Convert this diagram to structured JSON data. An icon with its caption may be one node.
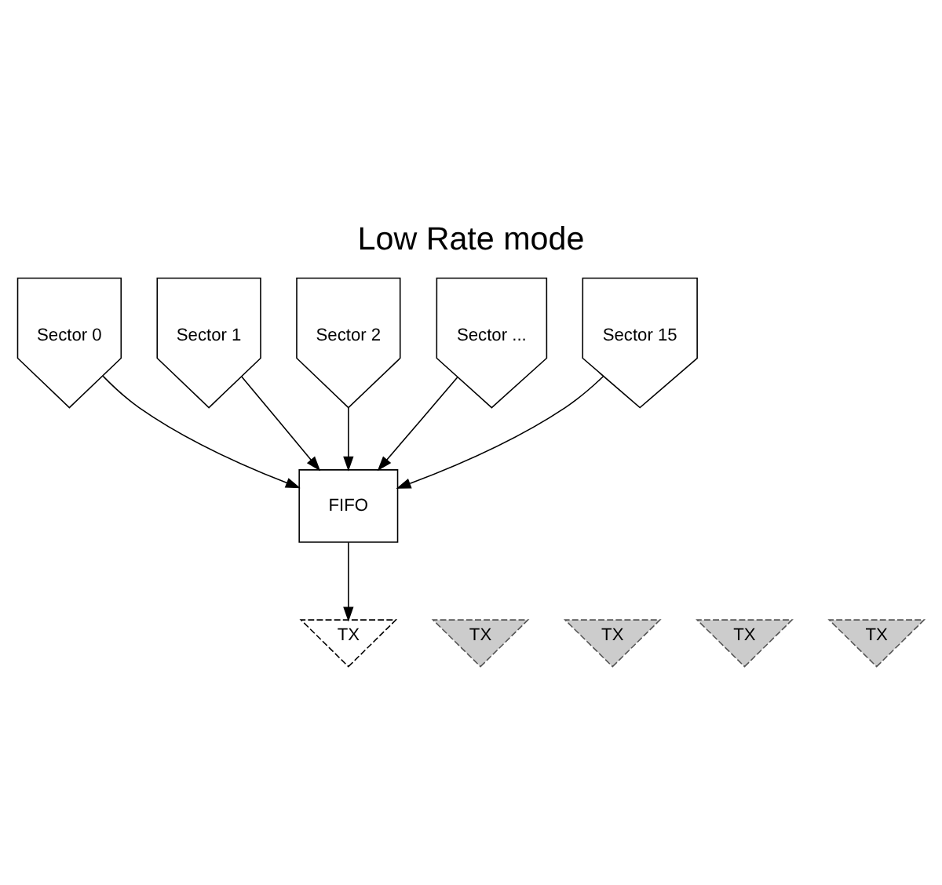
{
  "diagram": {
    "title": "Low Rate mode",
    "nodes": [
      {
        "text": [
          "Sector 0"
        ]
      },
      {
        "text": [
          "Sector 1"
        ]
      },
      {
        "text": [
          "Sector 2"
        ]
      },
      {
        "text": [
          "Sector ..."
        ]
      },
      {
        "text": [
          "Sector 15"
        ]
      },
      {
        "text": [
          "FIFO"
        ]
      },
      {
        "text": [
          "TX"
        ]
      },
      {
        "text": [
          "TX"
        ]
      },
      {
        "text": [
          "TX"
        ]
      },
      {
        "text": [
          "TX"
        ]
      },
      {
        "text": [
          "TX"
        ]
      }
    ],
    "edges": [
      {
        "from": 0,
        "to": 5,
        "arrow": "to"
      },
      {
        "from": 1,
        "to": 5,
        "arrow": "to"
      },
      {
        "from": 2,
        "to": 5,
        "arrow": "to"
      },
      {
        "from": 3,
        "to": 5,
        "arrow": "to"
      },
      {
        "from": 4,
        "to": 5,
        "arrow": "to"
      },
      {
        "from": 5,
        "to": 10,
        "arrow": "to"
      }
    ]
  }
}
